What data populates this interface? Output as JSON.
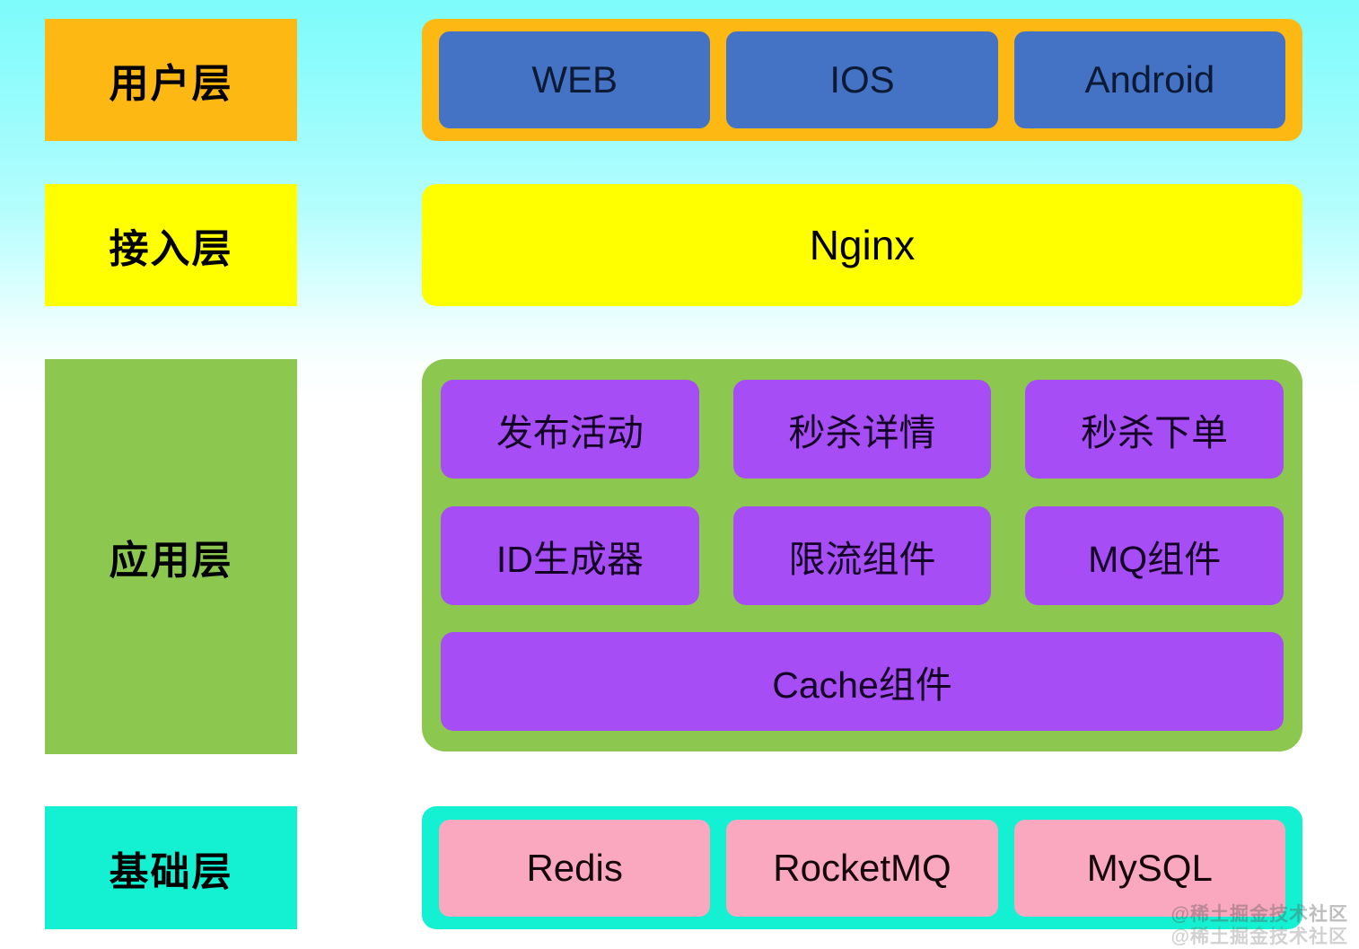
{
  "background": {
    "gradient_top": "#7DFBFB",
    "gradient_bottom": "#FFFFFF"
  },
  "layers": [
    {
      "label": "用户层",
      "label_color": "#FDB813",
      "container_color": "#FDB813",
      "item_color": "#4472C4",
      "items": [
        "WEB",
        "IOS",
        "Android"
      ]
    },
    {
      "label": "接入层",
      "label_color": "#FFFF00",
      "container_color": "#FFFF00",
      "item_color": "#FFFF00",
      "items": [
        "Nginx"
      ]
    },
    {
      "label": "应用层",
      "label_color": "#8CC750",
      "container_color": "#8CC750",
      "item_color": "#A64DF5",
      "rows": [
        [
          "发布活动",
          "秒杀详情",
          "秒杀下单"
        ],
        [
          "ID生成器",
          "限流组件",
          "MQ组件"
        ],
        [
          "Cache组件"
        ]
      ]
    },
    {
      "label": "基础层",
      "label_color": "#14F0D2",
      "container_color": "#14F0D2",
      "item_color": "#F9A8C0",
      "items": [
        "Redis",
        "RocketMQ",
        "MySQL"
      ]
    }
  ],
  "watermark": {
    "line1": "@稀土掘金技术社区",
    "line2": "@稀土掘金技术社区"
  }
}
